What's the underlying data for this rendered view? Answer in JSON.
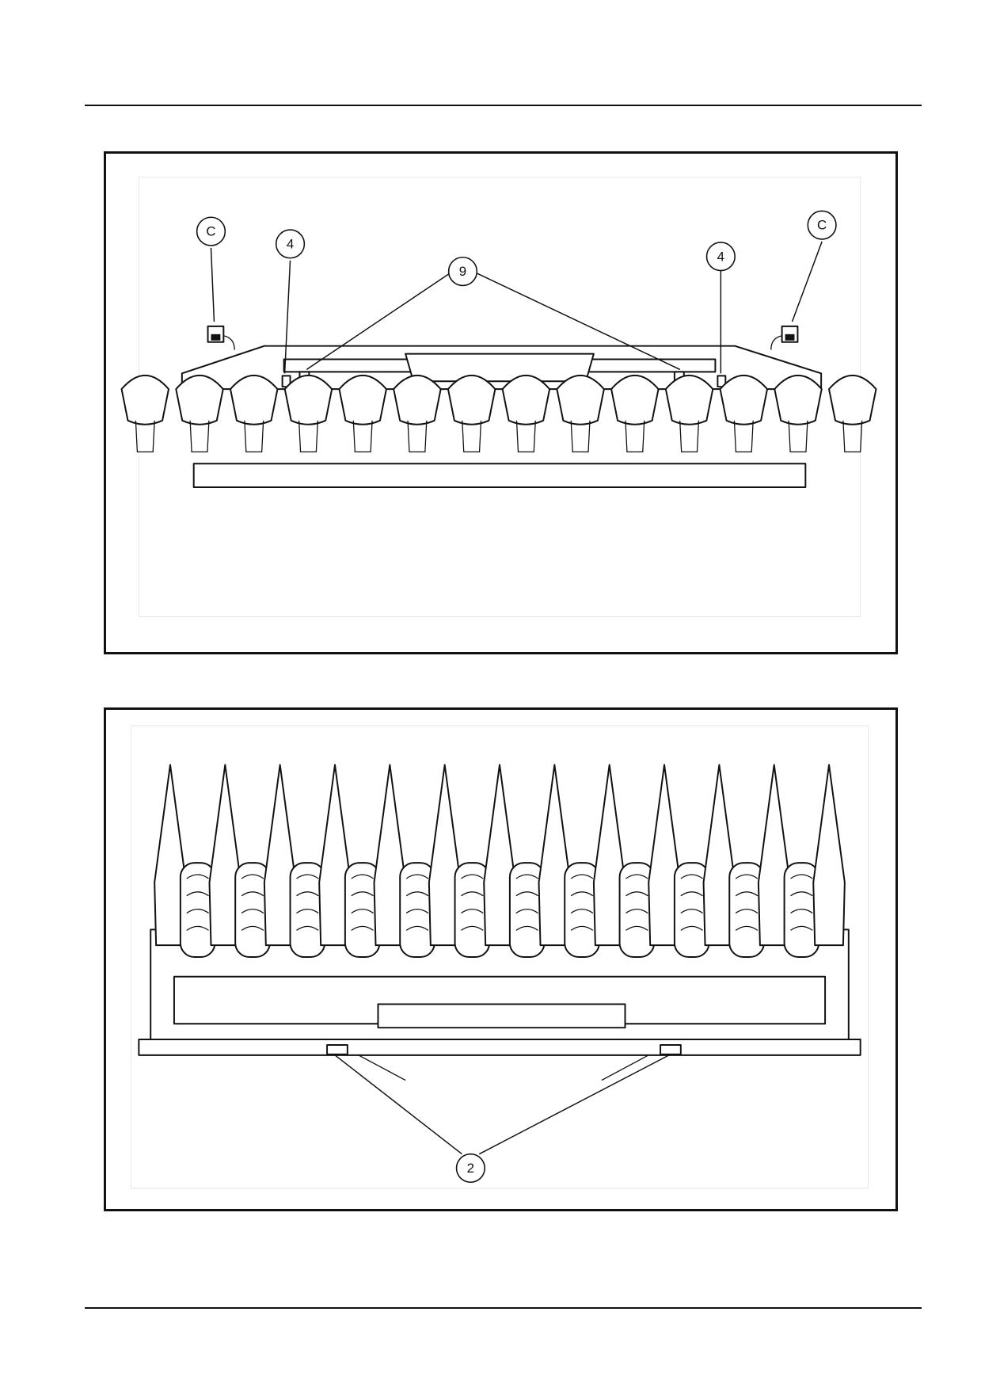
{
  "page": {
    "figures": [
      {
        "id": "figure-top",
        "callouts": [
          "C",
          "4",
          "9",
          "4",
          "C"
        ]
      },
      {
        "id": "figure-bottom",
        "callouts": [
          "2"
        ]
      }
    ]
  }
}
